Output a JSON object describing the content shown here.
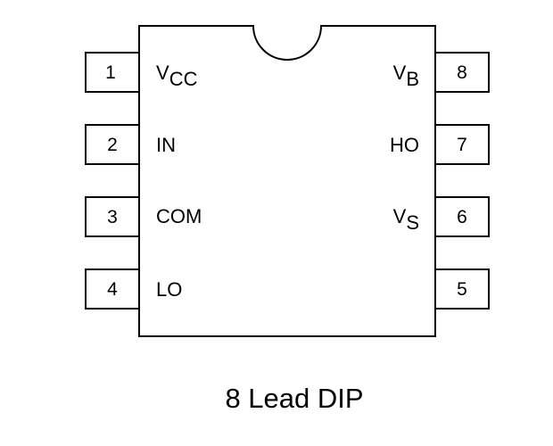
{
  "package": {
    "caption": "8 Lead DIP",
    "pins": [
      {
        "number": "1",
        "name": "V",
        "sub": "CC"
      },
      {
        "number": "2",
        "name": "IN",
        "sub": ""
      },
      {
        "number": "3",
        "name": "COM",
        "sub": ""
      },
      {
        "number": "4",
        "name": "LO",
        "sub": ""
      },
      {
        "number": "5",
        "name": "",
        "sub": ""
      },
      {
        "number": "6",
        "name": "V",
        "sub": "S"
      },
      {
        "number": "7",
        "name": "HO",
        "sub": ""
      },
      {
        "number": "8",
        "name": "V",
        "sub": "B"
      }
    ]
  }
}
